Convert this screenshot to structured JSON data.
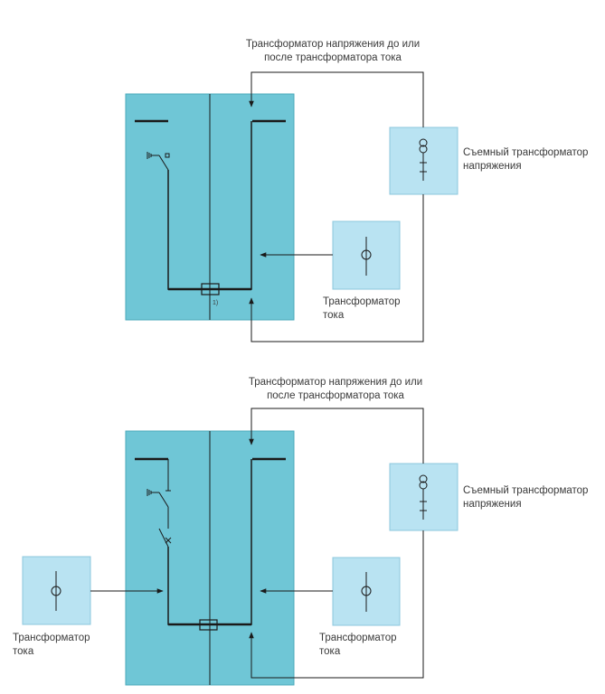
{
  "diagram1": {
    "vt_label_line1": "Трансформатор напряжения до или",
    "vt_label_line2": "после трансформатора тока",
    "removable_vt_line1": "Съемный трансформатор",
    "removable_vt_line2": "напряжения",
    "ct_right_line1": "Трансформатор",
    "ct_right_line2": "тока",
    "footnote": "1)"
  },
  "diagram2": {
    "vt_label_line1": "Трансформатор напряжения до или",
    "vt_label_line2": "после трансформатора тока",
    "removable_vt_line1": "Съемный трансформатор",
    "removable_vt_line2": "напряжения",
    "ct_left_line1": "Трансформатор",
    "ct_left_line2": "тока",
    "ct_right_line1": "Трансформатор",
    "ct_right_line2": "тока"
  },
  "colors": {
    "panel_fill": "#6fc6d6",
    "box_fill": "#b9e3f2",
    "line": "#1a1a1a"
  }
}
